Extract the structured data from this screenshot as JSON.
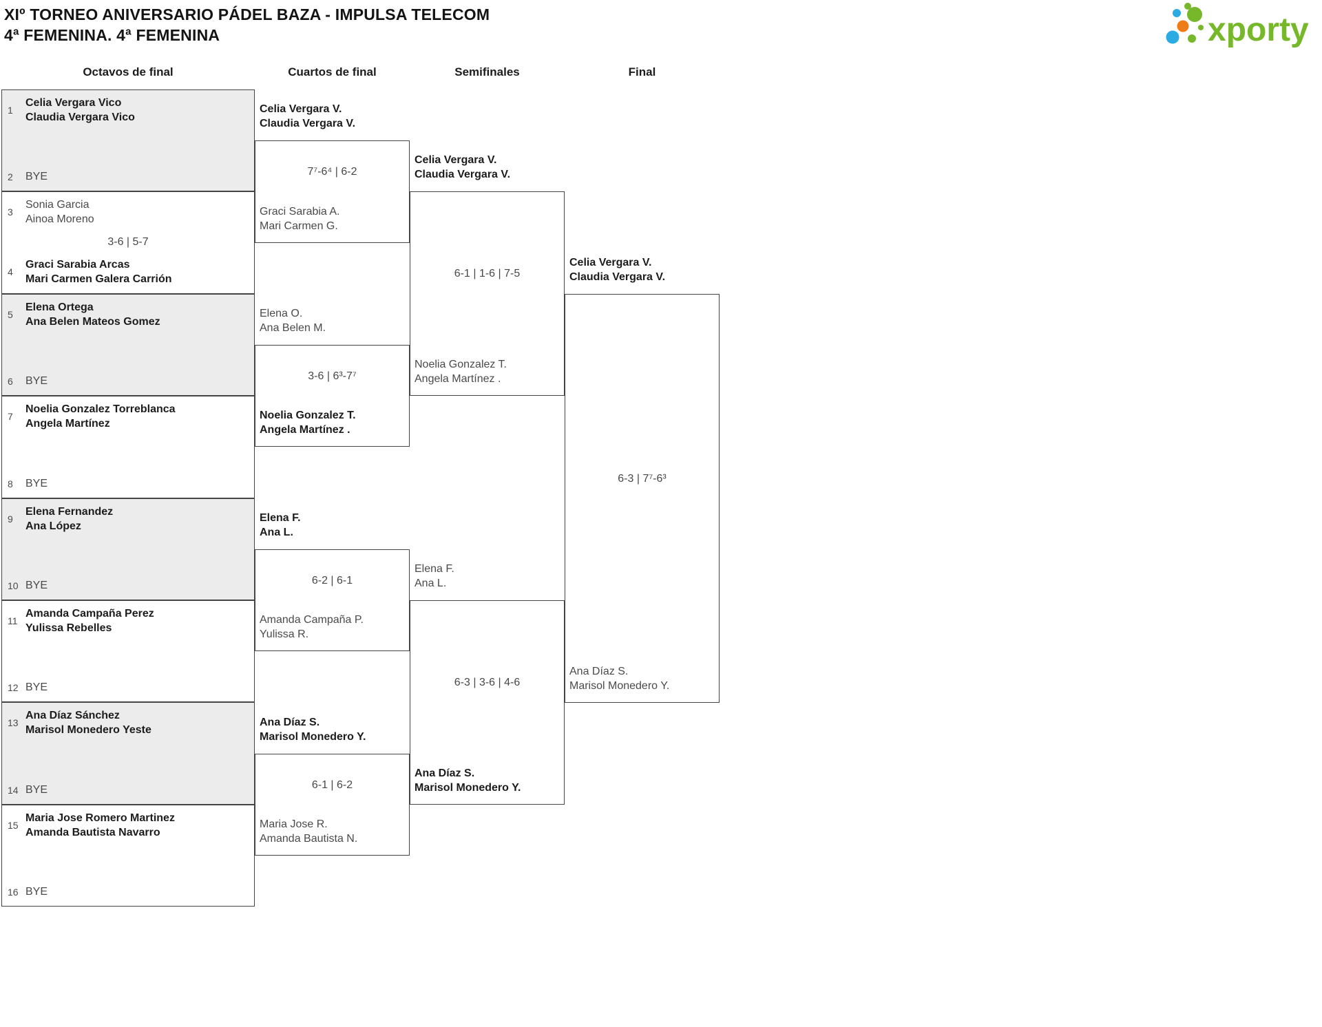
{
  "header": {
    "title_line1": "XIº TORNEO ANIVERSARIO PÁDEL BAZA - IMPULSA TELECOM",
    "title_line2": "4ª FEMENINA. 4ª FEMENINA"
  },
  "logo": {
    "text": "xporty"
  },
  "colors": {
    "brand_green": "#76b82a",
    "brand_blue": "#2babe2",
    "brand_orange": "#ee7d17",
    "shaded_box": "#ececec",
    "winner_text": "#1c1c1c",
    "secondary_text": "#4a4a4a"
  },
  "rounds": {
    "r16": "Octavos de final",
    "qf": "Cuartos de final",
    "sf": "Semifinales",
    "f": "Final"
  },
  "bracket": {
    "r16": [
      {
        "seed_a": "1",
        "team_a": [
          "Celia Vergara Vico",
          "Claudia Vergara Vico"
        ],
        "a_advances": true,
        "seed_b": "2",
        "team_b": [
          "BYE"
        ],
        "b_advances": false,
        "score": ""
      },
      {
        "seed_a": "3",
        "team_a": [
          "Sonia Garcia",
          "Ainoa Moreno"
        ],
        "a_advances": false,
        "seed_b": "4",
        "team_b": [
          "Graci Sarabia Arcas",
          "Mari Carmen Galera Carrión"
        ],
        "b_advances": true,
        "score": "3-6 | 5-7"
      },
      {
        "seed_a": "5",
        "team_a": [
          "Elena Ortega",
          "Ana Belen Mateos Gomez"
        ],
        "a_advances": true,
        "seed_b": "6",
        "team_b": [
          "BYE"
        ],
        "b_advances": false,
        "score": ""
      },
      {
        "seed_a": "7",
        "team_a": [
          "Noelia Gonzalez Torreblanca",
          "Angela Martínez"
        ],
        "a_advances": true,
        "seed_b": "8",
        "team_b": [
          "BYE"
        ],
        "b_advances": false,
        "score": ""
      },
      {
        "seed_a": "9",
        "team_a": [
          "Elena Fernandez",
          "Ana López"
        ],
        "a_advances": true,
        "seed_b": "10",
        "team_b": [
          "BYE"
        ],
        "b_advances": false,
        "score": ""
      },
      {
        "seed_a": "11",
        "team_a": [
          "Amanda Campaña Perez",
          "Yulissa Rebelles"
        ],
        "a_advances": true,
        "seed_b": "12",
        "team_b": [
          "BYE"
        ],
        "b_advances": false,
        "score": ""
      },
      {
        "seed_a": "13",
        "team_a": [
          "Ana Díaz Sánchez",
          "Marisol Monedero Yeste"
        ],
        "a_advances": true,
        "seed_b": "14",
        "team_b": [
          "BYE"
        ],
        "b_advances": false,
        "score": ""
      },
      {
        "seed_a": "15",
        "team_a": [
          "Maria Jose Romero Martinez",
          "Amanda Bautista Navarro"
        ],
        "a_advances": true,
        "seed_b": "16",
        "team_b": [
          "BYE"
        ],
        "b_advances": false,
        "score": ""
      }
    ],
    "qf": [
      {
        "team_a": [
          "Celia Vergara V.",
          "Claudia Vergara V."
        ],
        "a_advances": true,
        "team_b": [
          "Graci Sarabia A.",
          "Mari Carmen G."
        ],
        "b_advances": false,
        "score": "7⁷-6⁴ | 6-2"
      },
      {
        "team_a": [
          "Elena O.",
          "Ana Belen M."
        ],
        "a_advances": false,
        "team_b": [
          "Noelia Gonzalez T.",
          "Angela Martínez ."
        ],
        "b_advances": true,
        "score": "3-6 | 6³-7⁷"
      },
      {
        "team_a": [
          "Elena F.",
          "Ana L."
        ],
        "a_advances": true,
        "team_b": [
          "Amanda Campaña P.",
          "Yulissa R."
        ],
        "b_advances": false,
        "score": "6-2 | 6-1"
      },
      {
        "team_a": [
          "Ana Díaz S.",
          "Marisol Monedero Y."
        ],
        "a_advances": true,
        "team_b": [
          "Maria Jose R.",
          "Amanda Bautista N."
        ],
        "b_advances": false,
        "score": "6-1 | 6-2"
      }
    ],
    "sf": [
      {
        "team_a": [
          "Celia Vergara V.",
          "Claudia Vergara V."
        ],
        "a_advances": true,
        "team_b": [
          "Noelia Gonzalez T.",
          "Angela Martínez ."
        ],
        "b_advances": false,
        "score": "6-1 | 1-6 | 7-5"
      },
      {
        "team_a": [
          "Elena F.",
          "Ana L."
        ],
        "a_advances": false,
        "team_b": [
          "Ana Díaz S.",
          "Marisol Monedero Y."
        ],
        "b_advances": true,
        "score": "6-3 | 3-6 | 4-6"
      }
    ],
    "final": {
      "team_a": [
        "Celia Vergara V.",
        "Claudia Vergara V."
      ],
      "a_advances": true,
      "team_b": [
        "Ana Díaz S.",
        "Marisol Monedero Y."
      ],
      "b_advances": false,
      "score": "6-3 | 7⁷-6³"
    }
  }
}
